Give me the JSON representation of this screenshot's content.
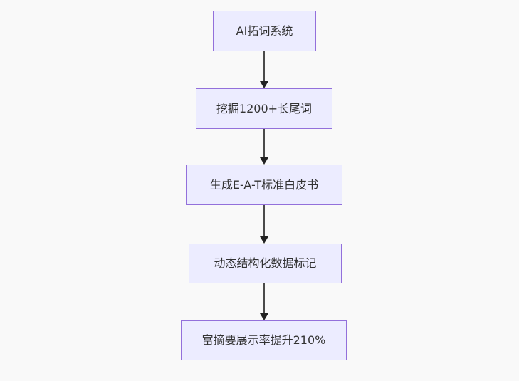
{
  "colors": {
    "canvas_background": "#f9f9f9",
    "node_fill": "#ececff",
    "node_border": "#9370db",
    "edge_line": "#4a4a4a",
    "arrowhead": "#222222",
    "node_text": "#333333"
  },
  "flowchart": {
    "type": "flowchart",
    "direction": "top-down",
    "nodes": [
      {
        "label": "AI拓词系统"
      },
      {
        "label": "挖掘1200+长尾词"
      },
      {
        "label": "生成E-A-T标准白皮书"
      },
      {
        "label": "动态结构化数据标记"
      },
      {
        "label": "富摘要展示率提升210%"
      }
    ],
    "edges": [
      {
        "from": 0,
        "to": 1,
        "style": "arrow"
      },
      {
        "from": 1,
        "to": 2,
        "style": "arrow"
      },
      {
        "from": 2,
        "to": 3,
        "style": "arrow"
      },
      {
        "from": 3,
        "to": 4,
        "style": "arrow"
      }
    ]
  }
}
